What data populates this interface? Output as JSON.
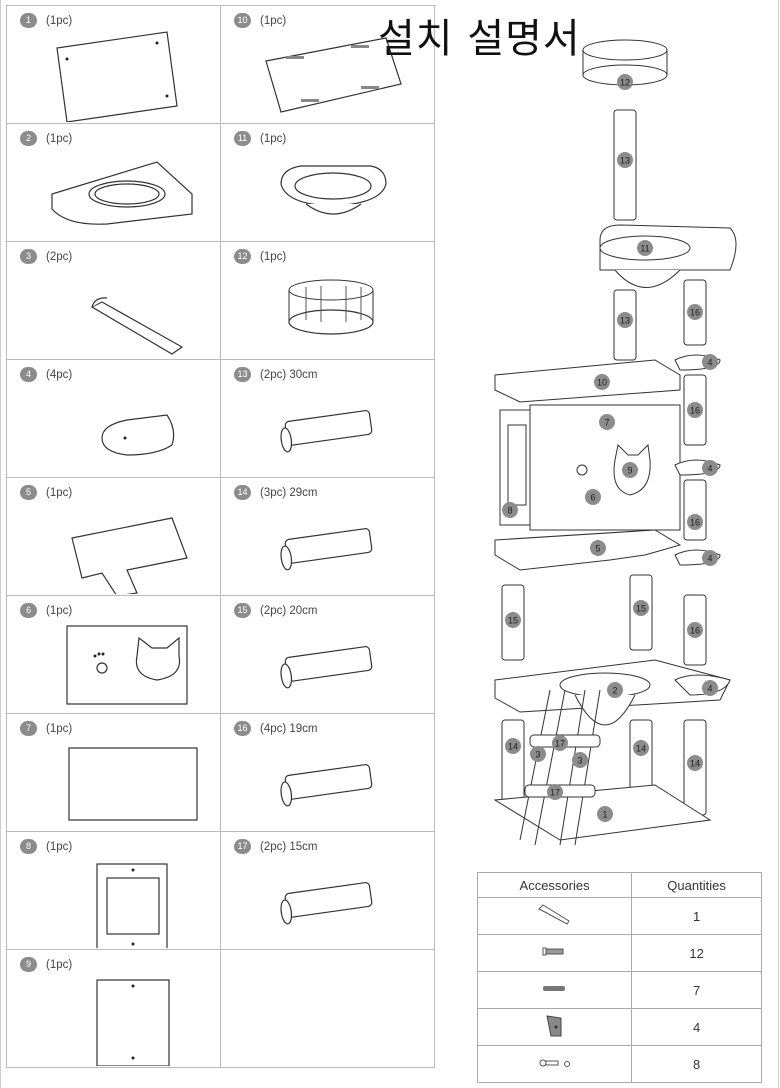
{
  "title": "설치 설명서",
  "parts": [
    {
      "num": "1",
      "qty": "(1pc)",
      "shape": "base-board"
    },
    {
      "num": "10",
      "qty": "(1pc)",
      "shape": "slotted-board"
    },
    {
      "num": "2",
      "qty": "(1pc)",
      "shape": "corner-bowl-board"
    },
    {
      "num": "11",
      "qty": "(1pc)",
      "shape": "bowl-bed"
    },
    {
      "num": "3",
      "qty": "(2pc)",
      "shape": "ladder-rail"
    },
    {
      "num": "12",
      "qty": "(1pc)",
      "shape": "round-fence"
    },
    {
      "num": "4",
      "qty": "(4pc)",
      "shape": "step-platform"
    },
    {
      "num": "13",
      "qty": "(2pc) 30cm",
      "shape": "post"
    },
    {
      "num": "5",
      "qty": "(1pc)",
      "shape": "l-board"
    },
    {
      "num": "14",
      "qty": "(3pc) 29cm",
      "shape": "post"
    },
    {
      "num": "6",
      "qty": "(1pc)",
      "shape": "cat-face-panel"
    },
    {
      "num": "15",
      "qty": "(2pc) 20cm",
      "shape": "post"
    },
    {
      "num": "7",
      "qty": "(1pc)",
      "shape": "panel"
    },
    {
      "num": "16",
      "qty": "(4pc) 19cm",
      "shape": "post"
    },
    {
      "num": "8",
      "qty": "(1pc)",
      "shape": "window-panel"
    },
    {
      "num": "17",
      "qty": "(2pc) 15cm",
      "shape": "post"
    },
    {
      "num": "9",
      "qty": "(1pc)",
      "shape": "small-panel"
    }
  ],
  "accessories": {
    "headers": [
      "Accessories",
      "Quantities"
    ],
    "rows": [
      {
        "icon": "allen-key-icon",
        "qty": "1"
      },
      {
        "icon": "screw-icon",
        "qty": "12"
      },
      {
        "icon": "dowel-icon",
        "qty": "7"
      },
      {
        "icon": "bracket-icon",
        "qty": "4"
      },
      {
        "icon": "bolt-nut-icon",
        "qty": "8"
      }
    ]
  },
  "tower_labels": [
    "12",
    "13",
    "11",
    "16",
    "4",
    "13",
    "10",
    "7",
    "16",
    "4",
    "9",
    "6",
    "8",
    "16",
    "5",
    "4",
    "15",
    "15",
    "16",
    "2",
    "4",
    "14",
    "3",
    "17",
    "3",
    "14",
    "14",
    "17",
    "1"
  ]
}
